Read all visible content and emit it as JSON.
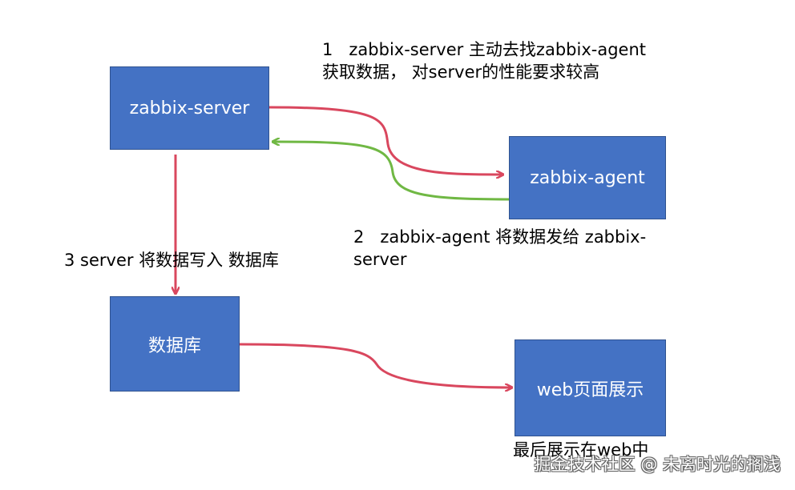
{
  "nodes": {
    "server": "zabbix-server",
    "agent": "zabbix-agent",
    "db": "数据库",
    "web": "web页面展示"
  },
  "notes": {
    "step1": "1   zabbix-server 主动去找zabbix-agent获取数据， 对server的性能要求较高",
    "step2": "2   zabbix-agent 将数据发给 zabbix-server",
    "step3": "3 server 将数据写入 数据库",
    "web_note": "最后展示在web中"
  },
  "watermark": "掘金技术社区 @ 未离时光的搁浅",
  "colors": {
    "box_fill": "#4472c4",
    "arrow_red": "#d9475e",
    "arrow_green": "#70b844"
  }
}
